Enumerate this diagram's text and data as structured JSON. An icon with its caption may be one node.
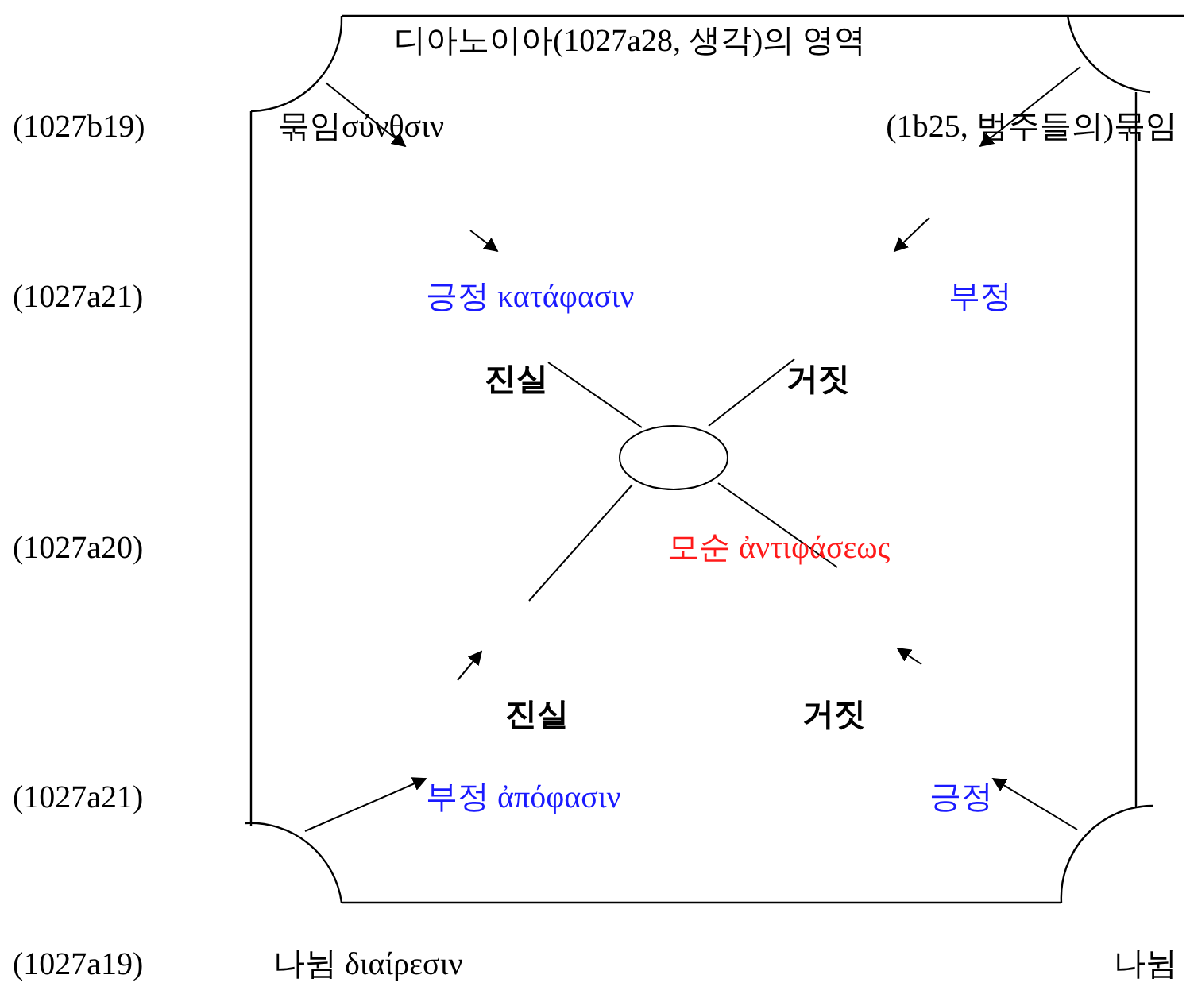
{
  "diagram": {
    "nodes": [
      {
        "text": [
          "디아노이아(1027a28, 생각)의 영역"
        ]
      },
      {
        "text": [
          "묶임σύνθσιν"
        ],
        "in": 0
      },
      {
        "text": [
          "(1b25, 범주들의)묶임"
        ],
        "in": 0
      },
      {
        "text": [
          "긍정 κατάφασιν"
        ],
        "in": 0
      },
      {
        "text": [
          "부정"
        ],
        "in": 0
      },
      {
        "text": [
          "진실"
        ],
        "in": 0
      },
      {
        "text": [
          "거짓"
        ],
        "in": 0
      },
      {
        "text": [],
        "shape": "ellipse",
        "in": 0
      },
      {
        "text": [
          "모순 ἀντιφάσεως"
        ],
        "in": 0
      },
      {
        "text": [
          "진실"
        ],
        "in": 0
      },
      {
        "text": [
          "거짓"
        ],
        "in": 0
      },
      {
        "text": [
          "부정 ἀπόφασιν"
        ],
        "in": 0
      },
      {
        "text": [
          "긍정"
        ],
        "in": 0
      },
      {
        "text": [
          "나뉨 διαίρεσιν"
        ]
      },
      {
        "text": [
          "나뉨"
        ]
      }
    ],
    "edges": [
      {
        "from": null,
        "to": 1,
        "arrow": "to"
      },
      {
        "from": null,
        "to": 2,
        "arrow": "to"
      },
      {
        "from": 7,
        "to": 5,
        "arrow": "none"
      },
      {
        "from": 7,
        "to": 6,
        "arrow": "none"
      },
      {
        "from": 7,
        "to": null,
        "arrow": "none"
      },
      {
        "from": 7,
        "to": 8,
        "arrow": "none"
      },
      {
        "from": null,
        "to": 11,
        "arrow": "to"
      },
      {
        "from": null,
        "to": 12,
        "arrow": "to"
      }
    ],
    "labels": [
      "(1027b19)",
      "(1027a21)",
      "(1027a20)",
      "(1027a21)",
      "(1027a19)"
    ]
  }
}
